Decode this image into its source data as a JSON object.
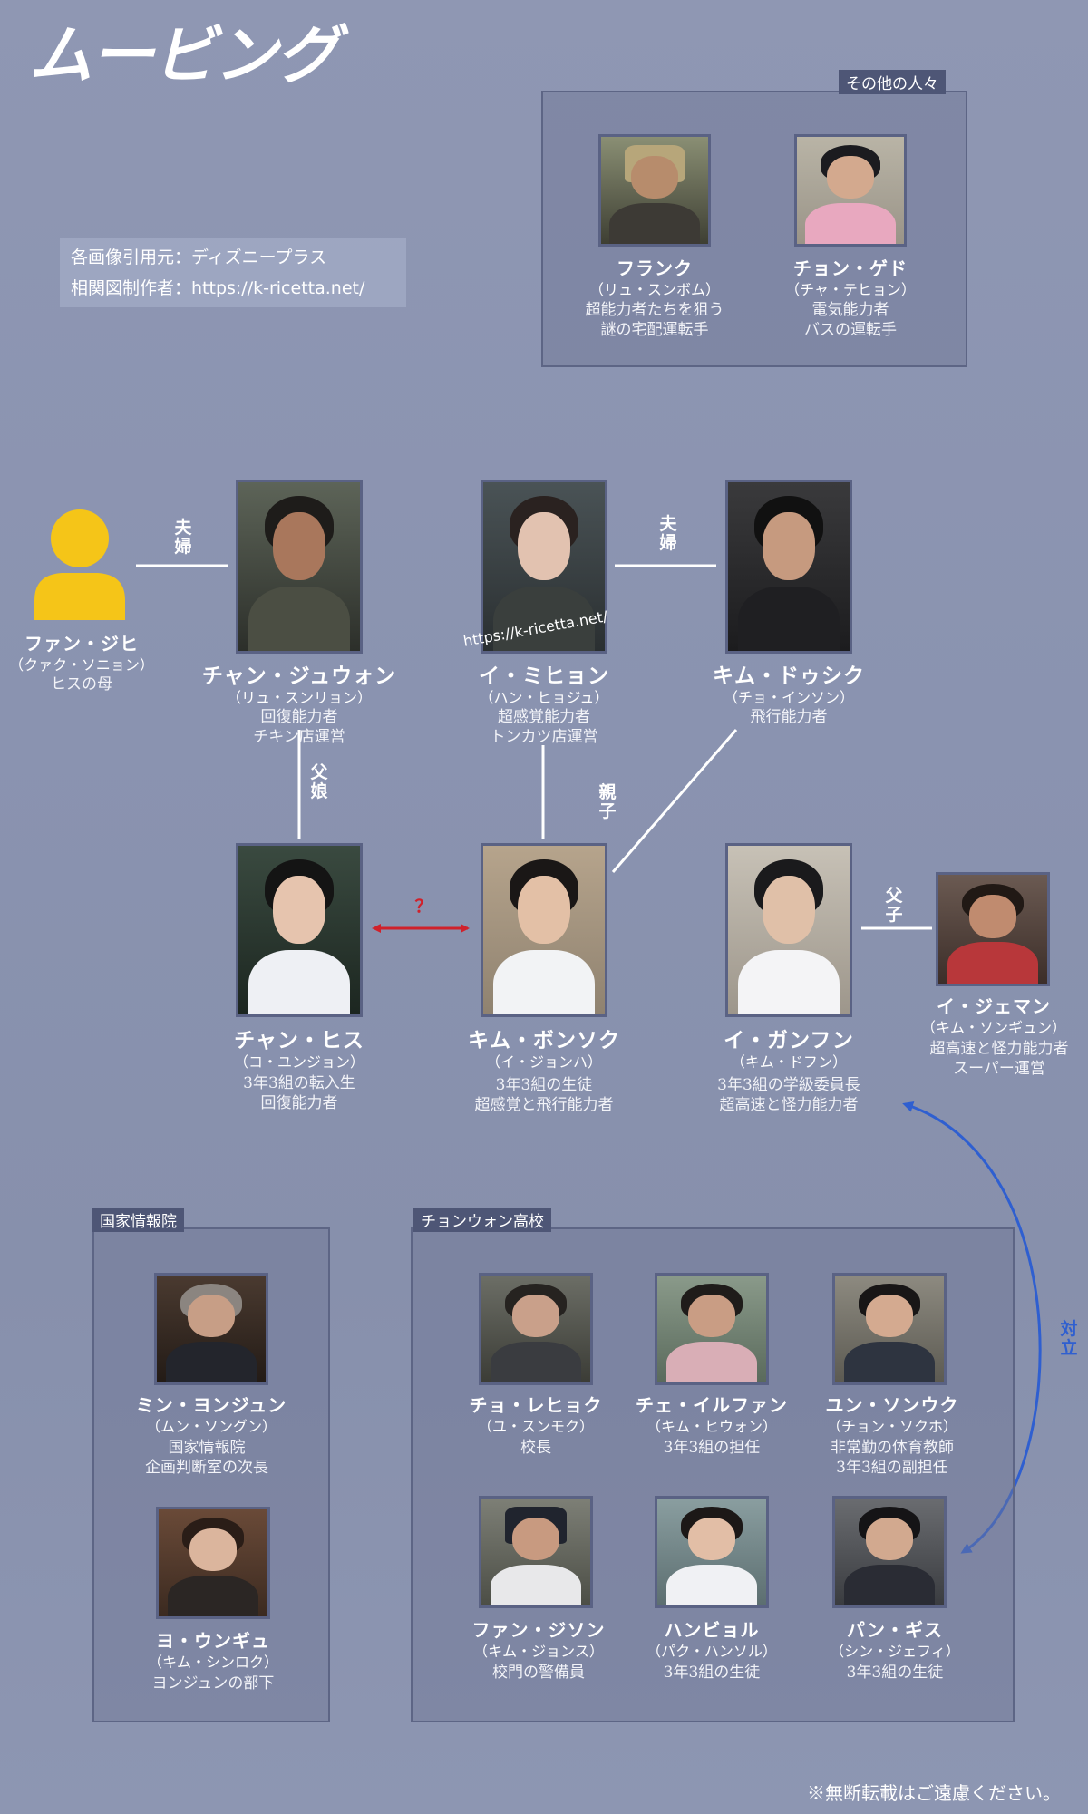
{
  "title": "ムービング",
  "credits": [
    "各画像引用元：ディズニープラス",
    "相関図制作者：https://k-ricetta.net/"
  ],
  "watermark": "https://k-ricetta.net/",
  "footer": "※無断転載はご遠慮ください。",
  "colors": {
    "accent_red": "#d0212b",
    "accent_blue": "#2f5fd0",
    "avatar": "#f5c518"
  },
  "groups": {
    "others": {
      "label": "その他の人々"
    },
    "nis": {
      "label": "国家情報院"
    },
    "school": {
      "label": "チョンウォン高校"
    }
  },
  "people": {
    "frank": {
      "name": "フランク",
      "actor": "（リュ・スンボム）",
      "desc1": "超能力者たちを狙う",
      "desc2": "謎の宅配運転手"
    },
    "gedo": {
      "name": "チョン・ゲド",
      "actor": "（チャ・テヒョン）",
      "desc1": "電気能力者",
      "desc2": "バスの運転手"
    },
    "jihi": {
      "name": "ファン・ジヒ",
      "actor": "（クァク・ソニョン）",
      "desc1": "ヒスの母"
    },
    "juwon": {
      "name": "チャン・ジュウォン",
      "actor": "（リュ・スンリョン）",
      "desc1": "回復能力者",
      "desc2": "チキン店運営"
    },
    "mihyon": {
      "name": "イ・ミヒョン",
      "actor": "（ハン・ヒョジュ）",
      "desc1": "超感覚能力者",
      "desc2": "トンカツ店運営"
    },
    "dushik": {
      "name": "キム・ドゥシク",
      "actor": "（チョ・インソン）",
      "desc1": "飛行能力者"
    },
    "hisu": {
      "name": "チャン・ヒス",
      "actor": "（コ・ユンジョン）",
      "desc1": "3年3組の転入生",
      "desc2": "回復能力者"
    },
    "bongsok": {
      "name": "キム・ボンソク",
      "actor": "（イ・ジョンハ）",
      "desc1": "3年3組の生徒",
      "desc2": "超感覚と飛行能力者"
    },
    "ganghun": {
      "name": "イ・ガンフン",
      "actor": "（キム・ドフン）",
      "desc1": "3年3組の学級委員長",
      "desc2": "超高速と怪力能力者"
    },
    "jeman": {
      "name": "イ・ジェマン",
      "actor": "（キム・ソンギュン）",
      "desc1": "超高速と怪力能力者",
      "desc2": "スーパー運営"
    },
    "yongjun": {
      "name": "ミン・ヨンジュン",
      "actor": "（ムン・ソングン）",
      "desc1": "国家情報院",
      "desc2": "企画判断室の次長"
    },
    "ungyu": {
      "name": "ヨ・ウンギュ",
      "actor": "（キム・シンロク）",
      "desc1": "ヨンジュンの部下"
    },
    "rehyok": {
      "name": "チョ・レヒョク",
      "actor": "（ユ・スンモク）",
      "desc1": "校長"
    },
    "ilfan": {
      "name": "チェ・イルファン",
      "actor": "（キム・ヒウォン）",
      "desc1": "3年3組の担任"
    },
    "sonuk": {
      "name": "ユン・ソンウク",
      "actor": "（チョン・ソクホ）",
      "desc1": "非常勤の体育教師",
      "desc2": "3年3組の副担任"
    },
    "jison": {
      "name": "ファン・ジソン",
      "actor": "（キム・ジョンス）",
      "desc1": "校門の警備員"
    },
    "hanbyol": {
      "name": "ハンビョル",
      "actor": "（パク・ハンソル）",
      "desc1": "3年3組の生徒"
    },
    "gisu": {
      "name": "パン・ギス",
      "actor": "（シン・ジェフィ）",
      "desc1": "3年3組の生徒"
    }
  },
  "relations": {
    "couple1": "夫婦",
    "couple2": "夫婦",
    "father_daughter": "父娘",
    "parent_child": "親子",
    "father_son": "父子",
    "unknown": "？",
    "rival": "対立"
  }
}
